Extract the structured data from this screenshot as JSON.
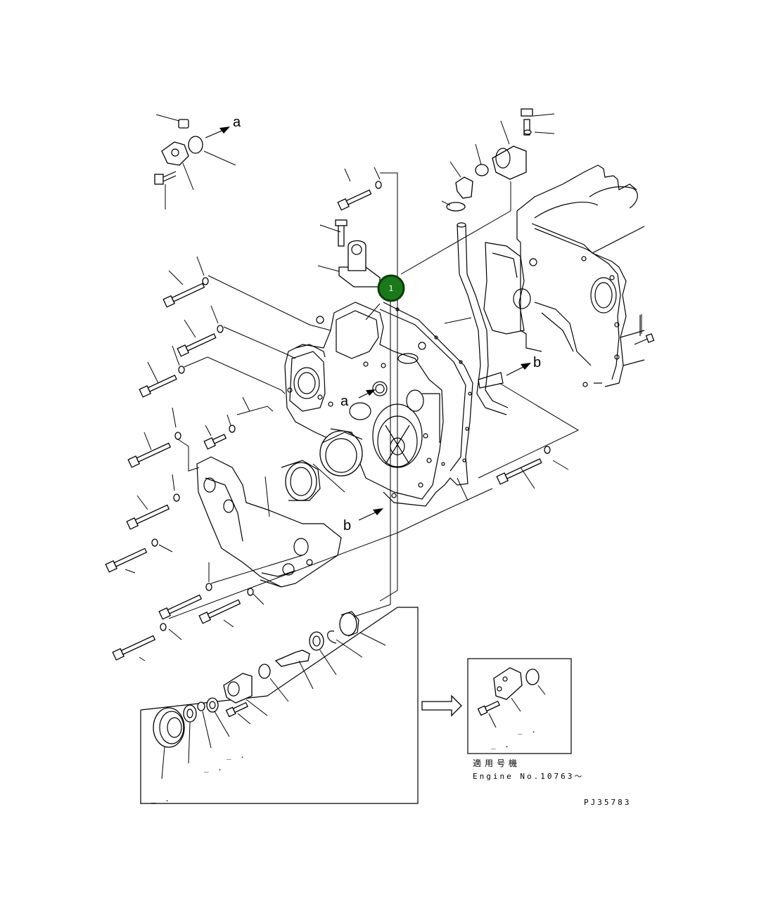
{
  "callout": {
    "number": "1",
    "fill": "#1a7a1a",
    "stroke": "#0a3d0a"
  },
  "arrows": {
    "a_top": "a",
    "a_mid": "a",
    "b_right": "b",
    "b_left": "b"
  },
  "inset": {
    "label1": "適用号機",
    "label2": "Engine No.10763～"
  },
  "drawing_code": "PJ35783",
  "dashes": {
    "d1": "_ .",
    "d2": "_ .",
    "d3": "_ .",
    "d4": "_ .",
    "d5": "_ ."
  }
}
